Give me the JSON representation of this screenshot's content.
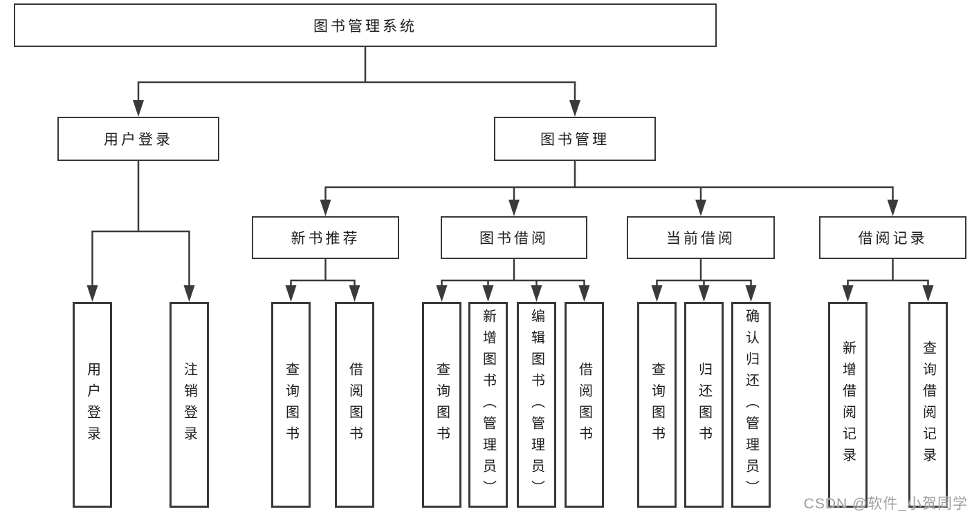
{
  "tree": {
    "root": {
      "label": "图书管理系统"
    },
    "branches": [
      {
        "label": "用户登录",
        "children": [
          {
            "label": "用户登录"
          },
          {
            "label": "注销登录"
          }
        ]
      },
      {
        "label": "图书管理",
        "children": [
          {
            "label": "新书推荐",
            "children": [
              {
                "label": "查询图书"
              },
              {
                "label": "借阅图书"
              }
            ]
          },
          {
            "label": "图书借阅",
            "children": [
              {
                "label": "查询图书"
              },
              {
                "label": "新增图书（管理员）"
              },
              {
                "label": "编辑图书（管理员）"
              },
              {
                "label": "借阅图书"
              }
            ]
          },
          {
            "label": "当前借阅",
            "children": [
              {
                "label": "查询图书"
              },
              {
                "label": "归还图书"
              },
              {
                "label": "确认归还（管理员）"
              }
            ]
          },
          {
            "label": "借阅记录",
            "children": [
              {
                "label": "新增借阅记录"
              },
              {
                "label": "查询借阅记录"
              }
            ]
          }
        ]
      }
    ]
  },
  "watermark": {
    "text": "CSDN @软件_小贺同学"
  },
  "colors": {
    "line": "#3a3a3a",
    "box_border": "#383838",
    "text": "#1d1d1d",
    "watermark": "#9d9da2",
    "background": "#ffffff"
  }
}
